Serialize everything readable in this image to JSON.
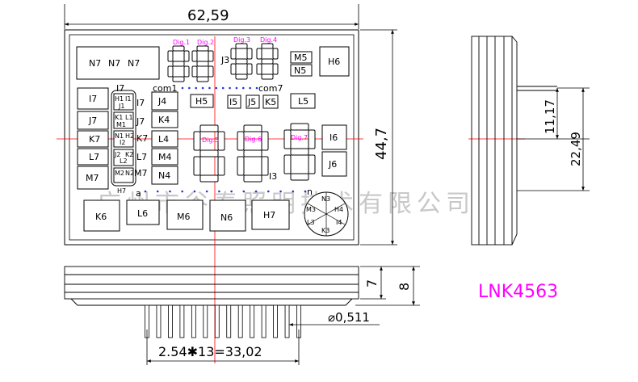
{
  "dimensions": {
    "width": "62,59",
    "height": "44,7",
    "side_a": "11,17",
    "side_b": "22,49",
    "thick_a": "7",
    "thick_b": "8",
    "pin_diameter": "⌀0,511",
    "pitch": "2.54✱13=33,02"
  },
  "model": "LNK4563",
  "watermark": "广州市谷泰照明技术有限公司",
  "digit_labels": [
    "Dig.1",
    "Dig.2",
    "Dig.3",
    "Dig.4",
    "Dig.5",
    "Dig.6",
    "Dig.7"
  ],
  "com_labels": [
    "com1",
    "com7"
  ],
  "point_labels": [
    "a",
    "n"
  ],
  "labels": {
    "N7a": "N7",
    "N7b": "N7",
    "N7c": "N7",
    "H6": "H6",
    "M5": "M5",
    "N5": "N5",
    "J3": "J3",
    "I7top": "I7",
    "I7": "I7",
    "J7": "J7",
    "K7": "K7",
    "L7": "L7",
    "M7": "M7",
    "H1": "H1",
    "I1": "I1",
    "J1": "J1",
    "K1": "K1",
    "L1": "L1",
    "M1": "M1",
    "N1": "N1",
    "H2": "H2",
    "I2": "I2",
    "J2": "J2",
    "K2": "K2",
    "L2": "L2",
    "M2": "M2",
    "N2": "N2",
    "I7r": "I7",
    "J7r": "J7",
    "K7r": "K7",
    "L7r": "L7",
    "M7r": "M7",
    "H7b": "H7",
    "J4": "J4",
    "K4": "K4",
    "L4": "L4",
    "M4": "M4",
    "N4": "N4",
    "H5": "H5",
    "I5": "I5",
    "J5": "J5",
    "K5": "K5",
    "L5": "L5",
    "I6": "I6",
    "J6": "J6",
    "I3": "I3",
    "K6": "K6",
    "L6": "L6",
    "M6": "M6",
    "N6": "N6",
    "H7": "H7",
    "N3": "N3",
    "H4": "H4",
    "M3": "M3",
    "I4": "I4",
    "L3": "L3",
    "K3": "K3"
  }
}
